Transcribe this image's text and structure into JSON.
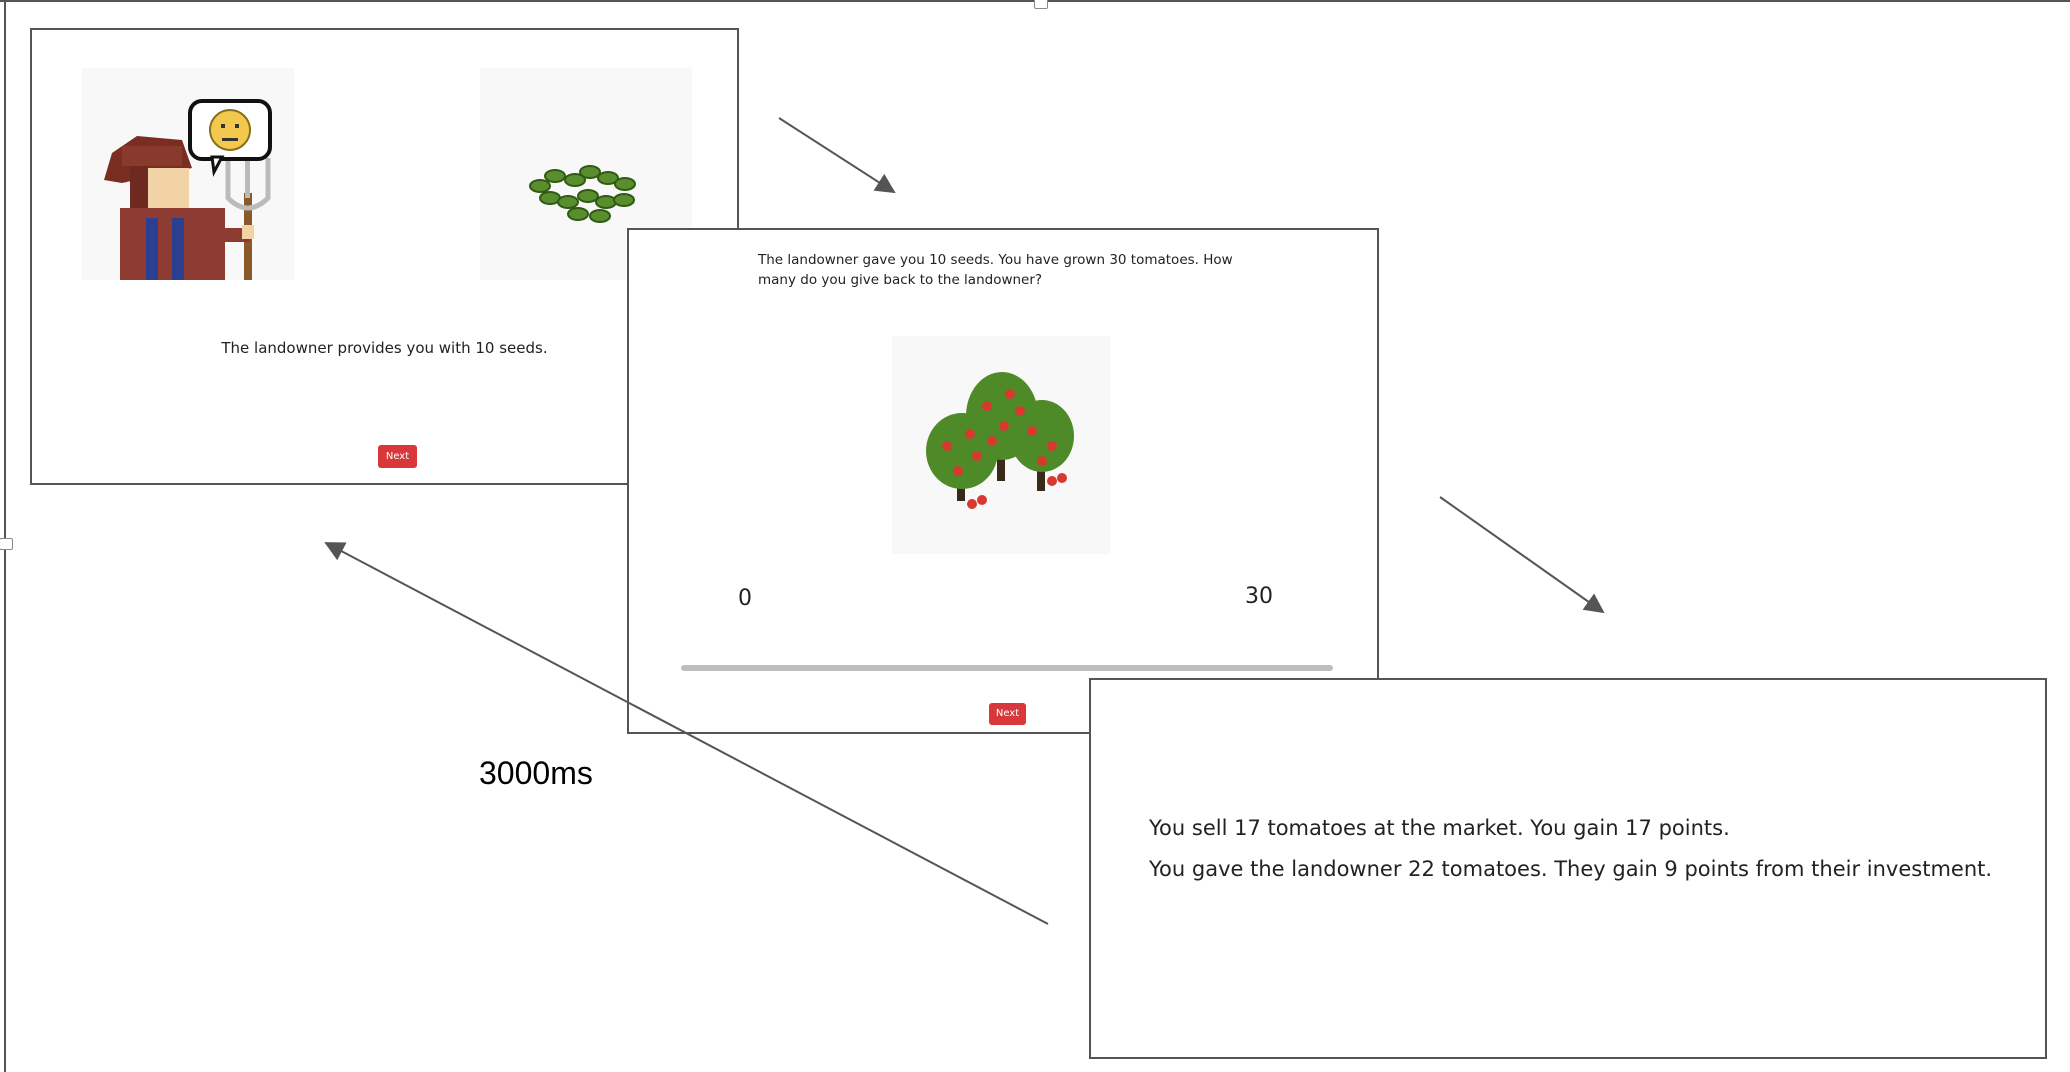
{
  "screen1": {
    "text": "The landowner provides you with 10 seeds.",
    "next_label": "Next"
  },
  "screen2": {
    "question": "The landowner gave you 10 seeds. You have grown 30 tomatoes. How many do you give back to the landowner?",
    "slider_min_label": "0",
    "slider_max_label": "30",
    "next_label": "Next"
  },
  "screen3": {
    "line1": "You sell 17 tomatoes at the market. You gain 17 points.",
    "line2": "You gave the landowner 22 tomatoes. They gain 9 points from their investment."
  },
  "timing_label": "3000ms",
  "colors": {
    "button": "#d9383a",
    "border": "#555555",
    "slider_track": "#bdbdbd"
  }
}
